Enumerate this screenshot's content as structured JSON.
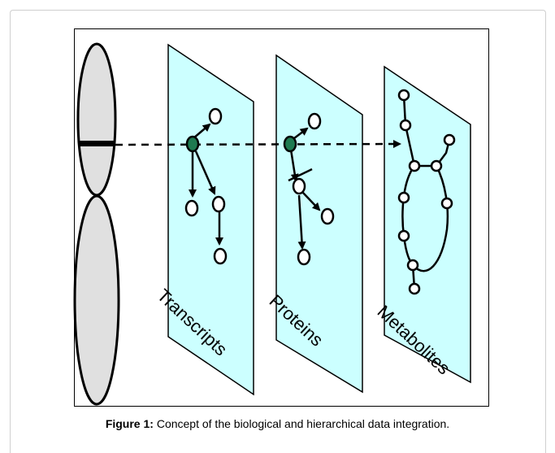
{
  "figure": {
    "layers": [
      {
        "id": "transcripts",
        "label": "Transcripts"
      },
      {
        "id": "proteins",
        "label": "Proteins"
      },
      {
        "id": "metabolites",
        "label": "Metabolites"
      }
    ],
    "colors": {
      "panel_fill": "#ccffff",
      "chromosome_fill": "#e0e0e0",
      "highlight_node": "#1e7a50"
    }
  },
  "caption": {
    "label": "Figure 1:",
    "text": "Concept of the biological and hierarchical data integration."
  }
}
